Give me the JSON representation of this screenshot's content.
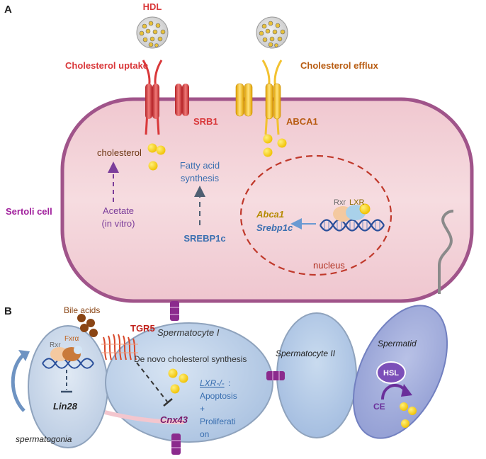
{
  "panel_a": {
    "letter": "A",
    "hdl_label": "HDL",
    "uptake_label": "Cholesterol uptake",
    "efflux_label": "Cholesterol efflux",
    "srb1_label": "SRB1",
    "abca1_label": "ABCA1",
    "cholesterol_label": "cholesterol",
    "fatty_acid_line1": "Fatty acid",
    "fatty_acid_line2": "synthesis",
    "acetate_line1": "Acetate",
    "acetate_line2": "(in vitro)",
    "srebp1c_label": "SREBP1c",
    "sertoli_label": "Sertoli cell",
    "rxr_label": "Rxr",
    "lxr_label": "LXR",
    "abca1_gene": "Abca1",
    "srebp1c_gene": "Srebp1c",
    "nucleus_label": "nucleus"
  },
  "panel_b": {
    "letter": "B",
    "bile_acids_label": "Bile acids",
    "tgr5_label": "TGR5",
    "spermatocyte1_label": "Spermatocyte I",
    "denovo_label": "De novo cholesterol synthesis",
    "lxr_ko_label": "LXR-/-",
    "lxr_ko_colon": " :",
    "apoptosis_label": "Apoptosis",
    "plus_label": "+",
    "prolif_line1": "Proliferati",
    "prolif_line2": "on",
    "cnx43_label": "Cnx43",
    "rxr_label": "Rxr",
    "fxra_label": "Fxrα",
    "lin28_label": "Lin28",
    "spermatogonia_label": "spermatogonia",
    "spermatocyte2_label": "Spermatocyte II",
    "spermatid_label": "Spermatid",
    "hsl_label": "HSL",
    "ce_label": "CE"
  },
  "colors": {
    "cell_fill": "#f3d3d9",
    "cell_border": "#a0548a",
    "uptake_red": "#d9383a",
    "efflux_orange": "#b85c12",
    "abca1_yellow": "#f3c230",
    "blue_text": "#3a6fb0",
    "dna_blue": "#2a4f9a",
    "purple_text": "#8a2a90",
    "nucleus_border": "#c0392b",
    "spermatocyte_fill": "#c3d5ea",
    "spermatid_fill": "#a9b4de",
    "channel_purple": "#8b2a8d",
    "bile_brown": "#8a4514"
  }
}
